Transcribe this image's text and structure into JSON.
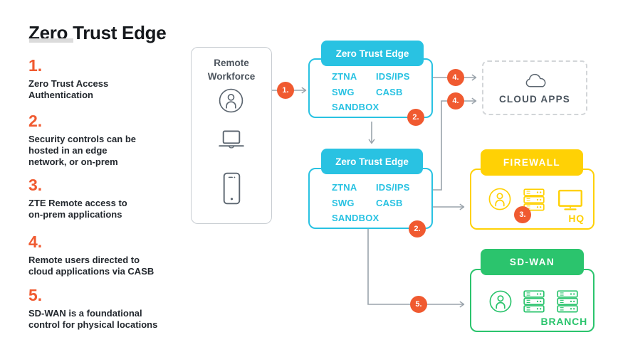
{
  "title": "Zero Trust Edge",
  "steps": [
    {
      "number": "1.",
      "lines": [
        "Zero Trust Access",
        "Authentication"
      ]
    },
    {
      "number": "2.",
      "lines": [
        "Security controls can be",
        "hosted in an edge",
        "network, or on-prem"
      ]
    },
    {
      "number": "3.",
      "lines": [
        "ZTE Remote access to",
        "on-prem applications"
      ]
    },
    {
      "number": "4.",
      "lines": [
        "Remote users directed to",
        "cloud applications via CASB"
      ]
    },
    {
      "number": "5.",
      "lines": [
        "SD-WAN is a foundational",
        "control for physical locations"
      ]
    }
  ],
  "remote_workforce": {
    "lines": [
      "Remote",
      "Workforce"
    ]
  },
  "zte": {
    "header": "Zero Trust Edge",
    "col1": [
      "ZTNA",
      "SWG",
      "SANDBOX"
    ],
    "col2": [
      "IDS/IPS",
      "CASB"
    ]
  },
  "cloud_apps": {
    "label": "CLOUD APPS"
  },
  "firewall": {
    "header": "FIREWALL",
    "location": "HQ"
  },
  "sdwan": {
    "header": "SD-WAN",
    "location": "BRANCH"
  },
  "badges": {
    "one": "1.",
    "two": "2.",
    "three": "3.",
    "four": "4.",
    "five": "5."
  },
  "icons": {
    "user": "person-in-circle",
    "laptop": "laptop-outline",
    "smartphone": "smartphone-outline",
    "cloud": "cloud-outline",
    "server": "server-stack-outline",
    "monitor": "desktop-monitor-outline"
  },
  "colors": {
    "cyan": "#29C2E2",
    "orange": "#F05A30",
    "yellow": "#FFD105",
    "green": "#2BC46D",
    "line_gray": "#9AA3AB",
    "dark_text": "#23282E",
    "slate_text": "#4A545E"
  }
}
